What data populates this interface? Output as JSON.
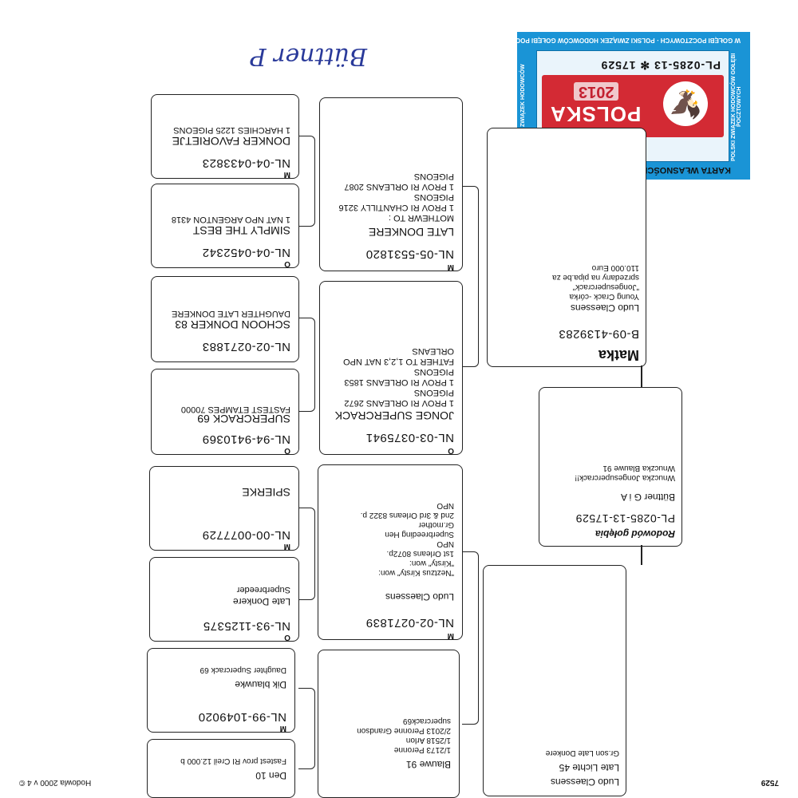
{
  "header": {
    "software": "Hodowla 2000 v 4 ©",
    "doc_number": "7529",
    "signature": "Büttner P"
  },
  "stamp": {
    "title": "KARTA WŁASNOŚCI GOŁĘBIA POCZTOWEGO",
    "side_right": "POLSKI ZWIĄZEK HODOWCÓW",
    "side_left": "POLSKI ZWIĄZEK HODOWCÓW GOŁĘBI POCZTOWYCH",
    "bottom": "W GOŁĘBI POCZTOWYCH · POLSKI ZWIĄZEK HODOWCÓW GOŁĘBI POCZTOWYCH",
    "country": "POLSKA",
    "year": "2013",
    "serial": "PL-0285-13  ✻  17529",
    "emblem_icon": "eagle-emblem-icon",
    "colors": {
      "card": "#1a94d6",
      "band": "#d32a34"
    }
  },
  "subject": {
    "heading": "Rodowód gołębia",
    "ring": "PL-0285-13-17529",
    "breeder": "Büttner G i A",
    "note1": "Wnuczka Jongesupercrack!!",
    "note2": "Wnuczka Blauwe 91"
  },
  "mother": {
    "label": "Matka",
    "ring": "B-09-4139283",
    "breeder": "Ludo Claessens",
    "lines": [
      "Young Crack -córka",
      "\"Jongesupercrack\"",
      "sprzedany na pipa.be za",
      "110.000 Euro"
    ]
  },
  "father": {
    "breeder": "Ludo Claessens",
    "name": "Late Lichte 45",
    "note": "Gr.son Late Donkere"
  },
  "gen2": [
    {
      "tag": "O",
      "ring": "NL-03-0375941",
      "name": "JONGE SUPERCRACK",
      "lines": [
        "1 PROV RI ORLEANS 2672",
        "PIGEONS",
        "1 PROV RI ORLEANS 1853",
        "PIGEONS",
        "FATHER TO 1,2,3 NAT NPO",
        "ORLEANS"
      ]
    },
    {
      "tag": "M",
      "ring": "NL-05-5531820",
      "name": "LATE DONKERE",
      "lines": [
        "MOTHEWR TO :",
        "1 PROV RI CHANTILLY 3216",
        "PIGEONS",
        "1 PROV RI ORLEANS 2087",
        "PIGEONS"
      ]
    },
    {
      "tag": "M",
      "ring": "NL-02-0271839",
      "name": "Ludo Claessens",
      "lines": [
        "\"Neztzus Kirsty\" won:",
        "\"Kirsty\" won:",
        "1st Orleans 8072p.",
        "NPO",
        "Superbreeding Hen",
        "Gr.mother",
        "2nd & 3rd Orleans 8322 p.",
        "NPO"
      ]
    },
    {
      "tag": "",
      "ring": "",
      "name": "Blauwe 91",
      "lines": [
        "1/2173 Peronne",
        "1/2518 Arlon",
        "2/2013 Peronne Grandson",
        "supercrack69"
      ]
    }
  ],
  "gen3": [
    {
      "tag": "O",
      "ring": "NL-94-9410369",
      "name": "SUPERCRACK 69",
      "lines": [
        "FASTEST ETAMPES 70000"
      ]
    },
    {
      "tag": "",
      "ring": "NL-02-0271883",
      "name": "SCHOON DONKER 83",
      "lines": [
        "DAUGHTER LATE DONKERE"
      ]
    },
    {
      "tag": "O",
      "ring": "NL-04-0452342",
      "name": "SIMPLY THE BEST",
      "lines": [
        "1 NAT NPO ARGENTON 4318"
      ]
    },
    {
      "tag": "M",
      "ring": "NL-04-0433823",
      "name": "DONKER FAVORIETJE",
      "lines": [
        "1 HARCHIES 1225 PIGEONS"
      ]
    },
    {
      "tag": "O",
      "ring": "NL-93-1125375",
      "name": "Late Donkere",
      "lines": [
        "Superbreeder"
      ]
    },
    {
      "tag": "M",
      "ring": "NL-00-0077729",
      "name": "SPIERKE",
      "lines": []
    },
    {
      "tag": "",
      "ring": "",
      "name": "Den 10",
      "lines": [
        "Fastest prov RI Creil 12.000 b"
      ]
    },
    {
      "tag": "M",
      "ring": "NL-99-1049020",
      "name": "Dik blauwke",
      "lines": [
        "Daughter Supercrack 69"
      ]
    }
  ]
}
